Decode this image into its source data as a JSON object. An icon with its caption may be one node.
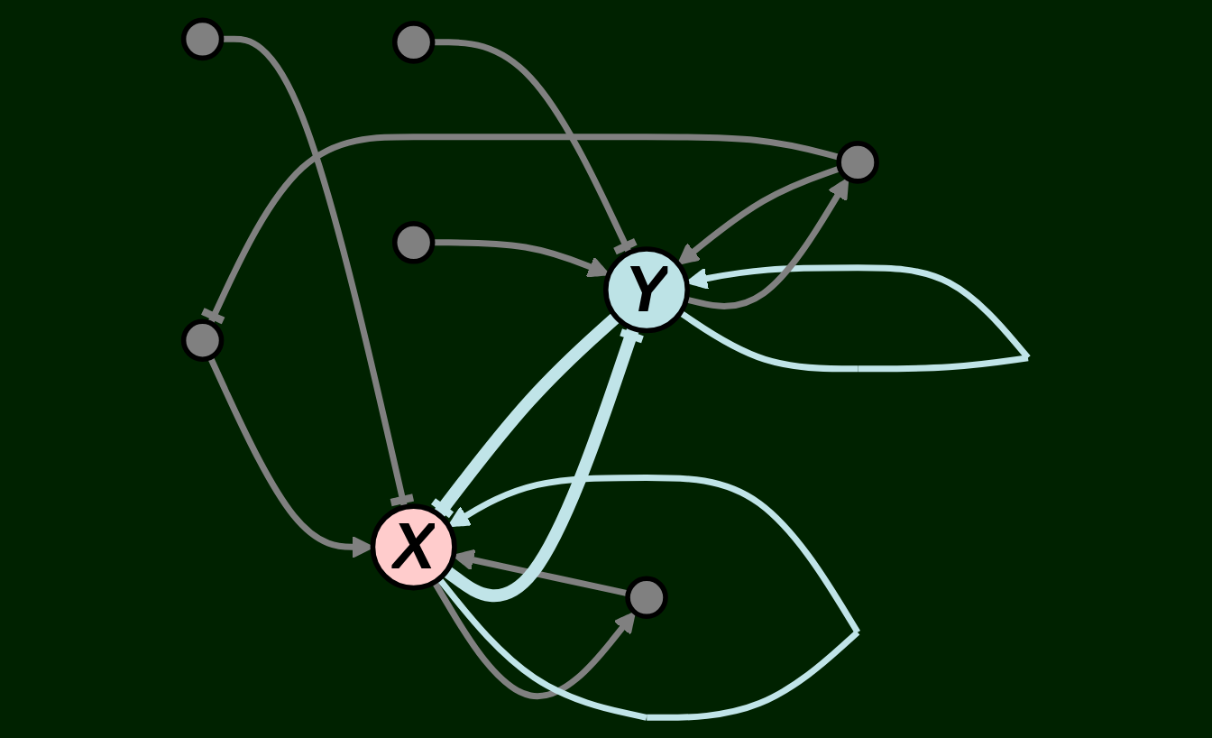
{
  "diagram": {
    "nodes": [
      {
        "text": [],
        "shape": "circle"
      },
      {
        "text": [],
        "shape": "circle"
      },
      {
        "text": [],
        "shape": "circle"
      },
      {
        "text": [],
        "shape": "circle"
      },
      {
        "text": [
          "X"
        ]
      },
      {
        "text": [
          "Y"
        ]
      },
      {
        "text": [],
        "shape": "circle"
      },
      {
        "text": [],
        "shape": "circle"
      }
    ],
    "edges": [
      {
        "from": 0,
        "to": 4,
        "arrow": "to"
      },
      {
        "from": 1,
        "to": 0,
        "arrow": "other"
      },
      {
        "from": 3,
        "to": 4,
        "arrow": "to"
      },
      {
        "from": 4,
        "to": 3,
        "arrow": "to"
      },
      {
        "from": 6,
        "to": 4,
        "arrow": "other"
      },
      {
        "from": 4,
        "to": 4,
        "arrow": "to",
        "color": "#c0e4e8"
      },
      {
        "from": 4,
        "to": 5,
        "arrow": "other",
        "style": "thick",
        "color": "#c0e4e8"
      },
      {
        "from": 5,
        "to": 4,
        "arrow": "other",
        "style": "thick",
        "color": "#c0e4e8"
      },
      {
        "from": 5,
        "to": 5,
        "arrow": "to",
        "color": "#c0e4e8"
      },
      {
        "from": 5,
        "to": 1,
        "arrow": "to"
      },
      {
        "from": 1,
        "to": 5,
        "arrow": "to"
      },
      {
        "from": 2,
        "to": 5,
        "arrow": "other"
      },
      {
        "from": 7,
        "to": 5,
        "arrow": "to"
      }
    ]
  }
}
